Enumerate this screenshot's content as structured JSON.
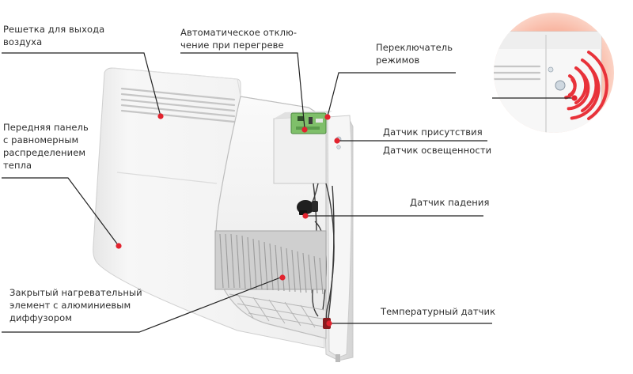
{
  "labels": {
    "air_grille": [
      "Решетка для выхода",
      "воздуха"
    ],
    "overheat_shutoff": [
      "Автоматическое отклю-",
      "чение при перегреве"
    ],
    "mode_switch": [
      "Переключатель",
      "режимов"
    ],
    "front_panel": [
      "Передняя панель",
      "с равномерным",
      "распределением",
      "тепла"
    ],
    "presence_sensor": "Датчик присутствия",
    "light_sensor": "Датчик освещенности",
    "fall_sensor": "Датчик падения",
    "heating_element": [
      "Закрытый нагревательный",
      "элемент с алюминиевым",
      "диффузором"
    ],
    "temperature_sensor": "Температурный датчик"
  },
  "colors": {
    "marker": "#e2232e",
    "leader_line": "#222222",
    "panel": "#f4f4f4",
    "inset_circle": "#f6b09a",
    "signal_waves": "#e8323a"
  }
}
